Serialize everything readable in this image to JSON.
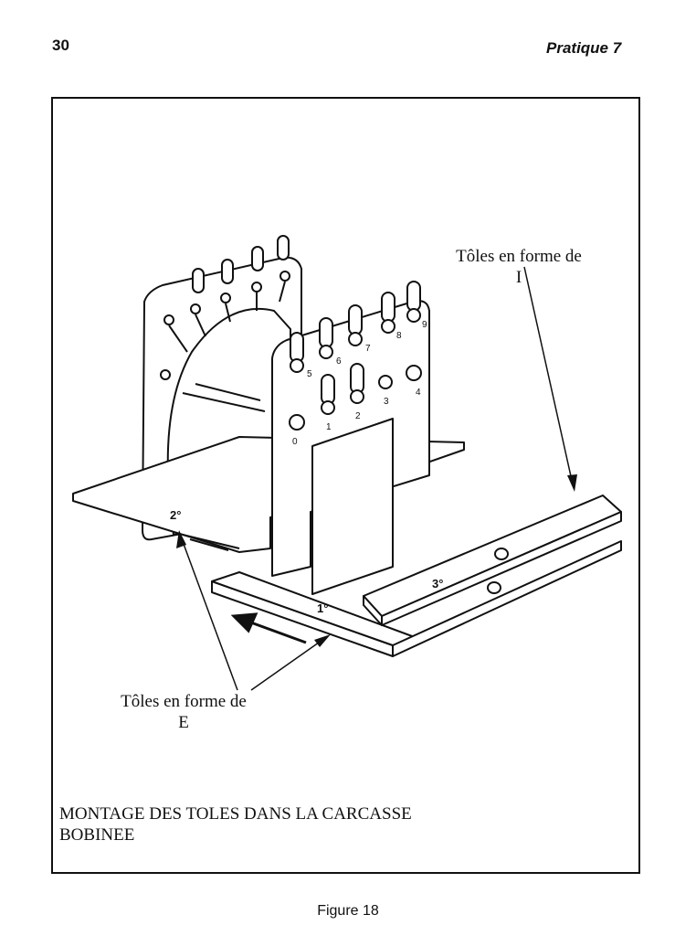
{
  "header": {
    "page_number": "30",
    "running_head": "Pratique 7"
  },
  "figure": {
    "label_i_line1": "Tôles en forme de",
    "label_i_line2": "I",
    "label_e_line1": "Tôles en forme de",
    "label_e_line2": "E",
    "plate_labels": [
      "1°",
      "2°",
      "3°"
    ],
    "terminal_labels": [
      "0",
      "1",
      "2",
      "3",
      "4",
      "5",
      "6",
      "7",
      "8",
      "9"
    ],
    "caption_line1": "MONTAGE DES TOLES DANS LA CARCASSE",
    "caption_line2": "BOBINEE",
    "figure_number": "Figure 18"
  }
}
